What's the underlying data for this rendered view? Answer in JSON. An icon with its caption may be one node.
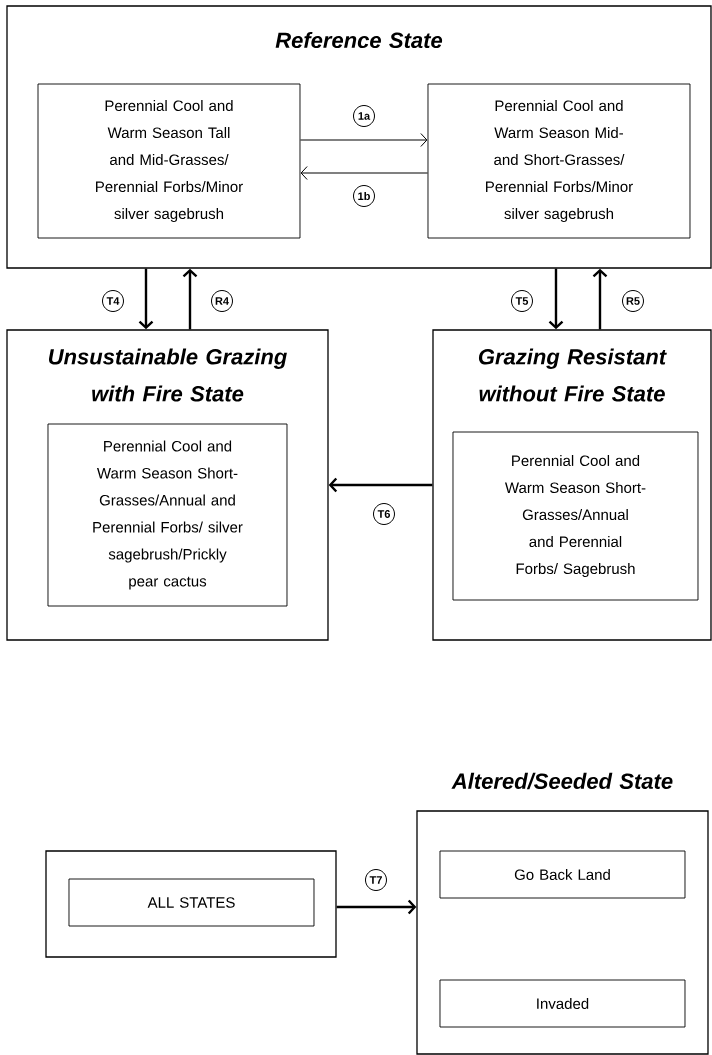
{
  "diagram": {
    "nodes": [
      {
        "text": [
          "Reference State"
        ]
      },
      {
        "text": [
          "Perennial Cool and Warm Season Tall and Mid-Grasses/ Perennial Forbs/Minor silver sagebrush"
        ],
        "in": 0
      },
      {
        "text": [
          "Perennial Cool and Warm Season Mid-and Short-Grasses/ Perennial Forbs/Minor silver sagebrush"
        ],
        "in": 0
      },
      {
        "text": [
          "Unsustainable Grazing with Fire State"
        ]
      },
      {
        "text": [
          "Perennial Cool and Warm Season Short-Grasses/Annual and Perennial Forbs/ silver sagebrush/Prickly pear cactus"
        ],
        "in": 3
      },
      {
        "text": [
          "Grazing Resistant without Fire State"
        ]
      },
      {
        "text": [
          "Perennial Cool and Warm Season Short-Grasses/Annual and Perennial Forbs/ Sagebrush"
        ],
        "in": 5
      },
      {
        "text": [],
        "shape": "box"
      },
      {
        "text": [
          "ALL STATES"
        ],
        "in": 7
      },
      {
        "text": [
          "Altered/Seeded State"
        ]
      },
      {
        "text": [
          "Go Back Land"
        ],
        "in": 9
      },
      {
        "text": [
          "Invaded"
        ],
        "in": 9
      }
    ],
    "edges": [
      {
        "from": 1,
        "to": 2,
        "arrow": "to",
        "label": "1a"
      },
      {
        "from": 2,
        "to": 1,
        "arrow": "to",
        "label": "1b"
      },
      {
        "from": 0,
        "to": 3,
        "arrow": "to",
        "label": "T4"
      },
      {
        "from": 3,
        "to": 0,
        "arrow": "to",
        "label": "R4"
      },
      {
        "from": 0,
        "to": 5,
        "arrow": "to",
        "label": "T5"
      },
      {
        "from": 5,
        "to": 0,
        "arrow": "to",
        "label": "R5"
      },
      {
        "from": 5,
        "to": 3,
        "arrow": "to",
        "label": "T6"
      },
      {
        "from": 7,
        "to": 9,
        "arrow": "to",
        "label": "T7"
      }
    ]
  }
}
